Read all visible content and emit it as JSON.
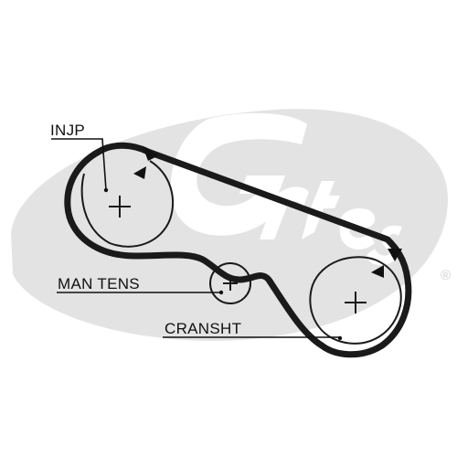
{
  "labels": {
    "injection_pump": "INJP",
    "manual_tensioner": "MAN TENS",
    "crankshaft": "CRANSHT"
  },
  "watermark": {
    "brand_text": "Gates",
    "registered_mark": "®",
    "color": "#e3e3e3"
  },
  "colors": {
    "belt": "#1a1a1a",
    "line": "#111111",
    "background": "#ffffff"
  },
  "icons": {
    "rotation_arrow": "triangle-arrow-icon",
    "pulley_center": "plus-cross-icon"
  }
}
